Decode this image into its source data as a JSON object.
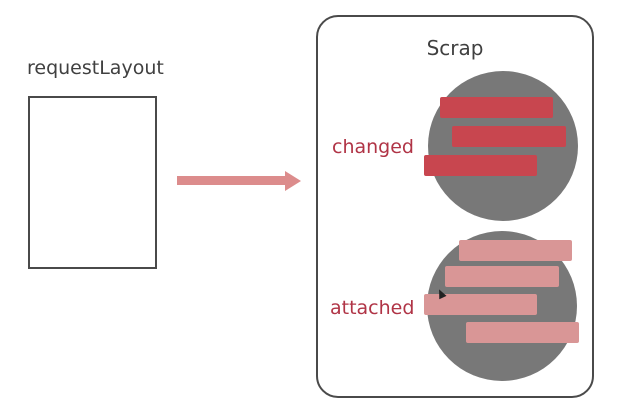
{
  "left_label": "requestLayout",
  "scrap": {
    "title": "Scrap",
    "groups": [
      {
        "label": "changed",
        "color": "#c8464f"
      },
      {
        "label": "attached",
        "color": "#d99696"
      }
    ]
  },
  "colors": {
    "arrow": "#dc8c8c",
    "circle": "#787878",
    "label_text": "#b03446"
  }
}
